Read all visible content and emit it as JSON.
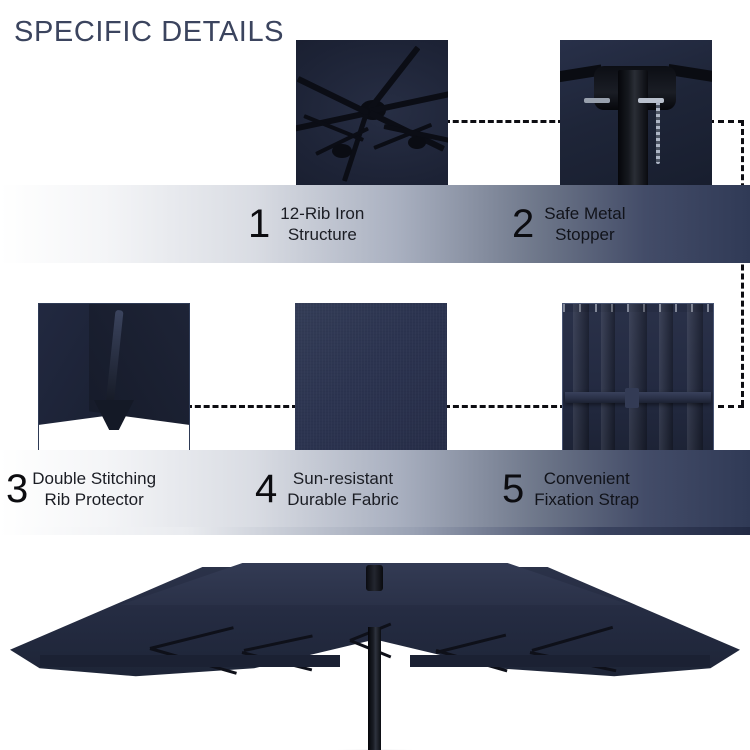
{
  "header": {
    "title": "SPECIFIC DETAILS",
    "title_color": "#3b445e"
  },
  "theme": {
    "navy": "#242b41",
    "deep_navy": "#1c2235",
    "band_gradient_start": "#ffffff",
    "band_gradient_end": "#303a56",
    "number_color": "#0c0c10",
    "connector_color": "#0d0d12"
  },
  "features": [
    {
      "number": "1",
      "label": "12-Rib Iron\nStructure",
      "image_name": "detail-photo-rib-structure"
    },
    {
      "number": "2",
      "label": "Safe Metal\nStopper",
      "image_name": "detail-photo-metal-stopper"
    },
    {
      "number": "3",
      "label": "Double Stitching\nRib Protector",
      "image_name": "detail-photo-double-stitching"
    },
    {
      "number": "4",
      "label": "Sun-resistant\nDurable Fabric",
      "image_name": "detail-photo-durable-fabric"
    },
    {
      "number": "5",
      "label": "Convenient\nFixation Strap",
      "image_name": "detail-photo-fixation-strap"
    }
  ],
  "hero": {
    "image_name": "double-sided-patio-umbrella-navy"
  }
}
